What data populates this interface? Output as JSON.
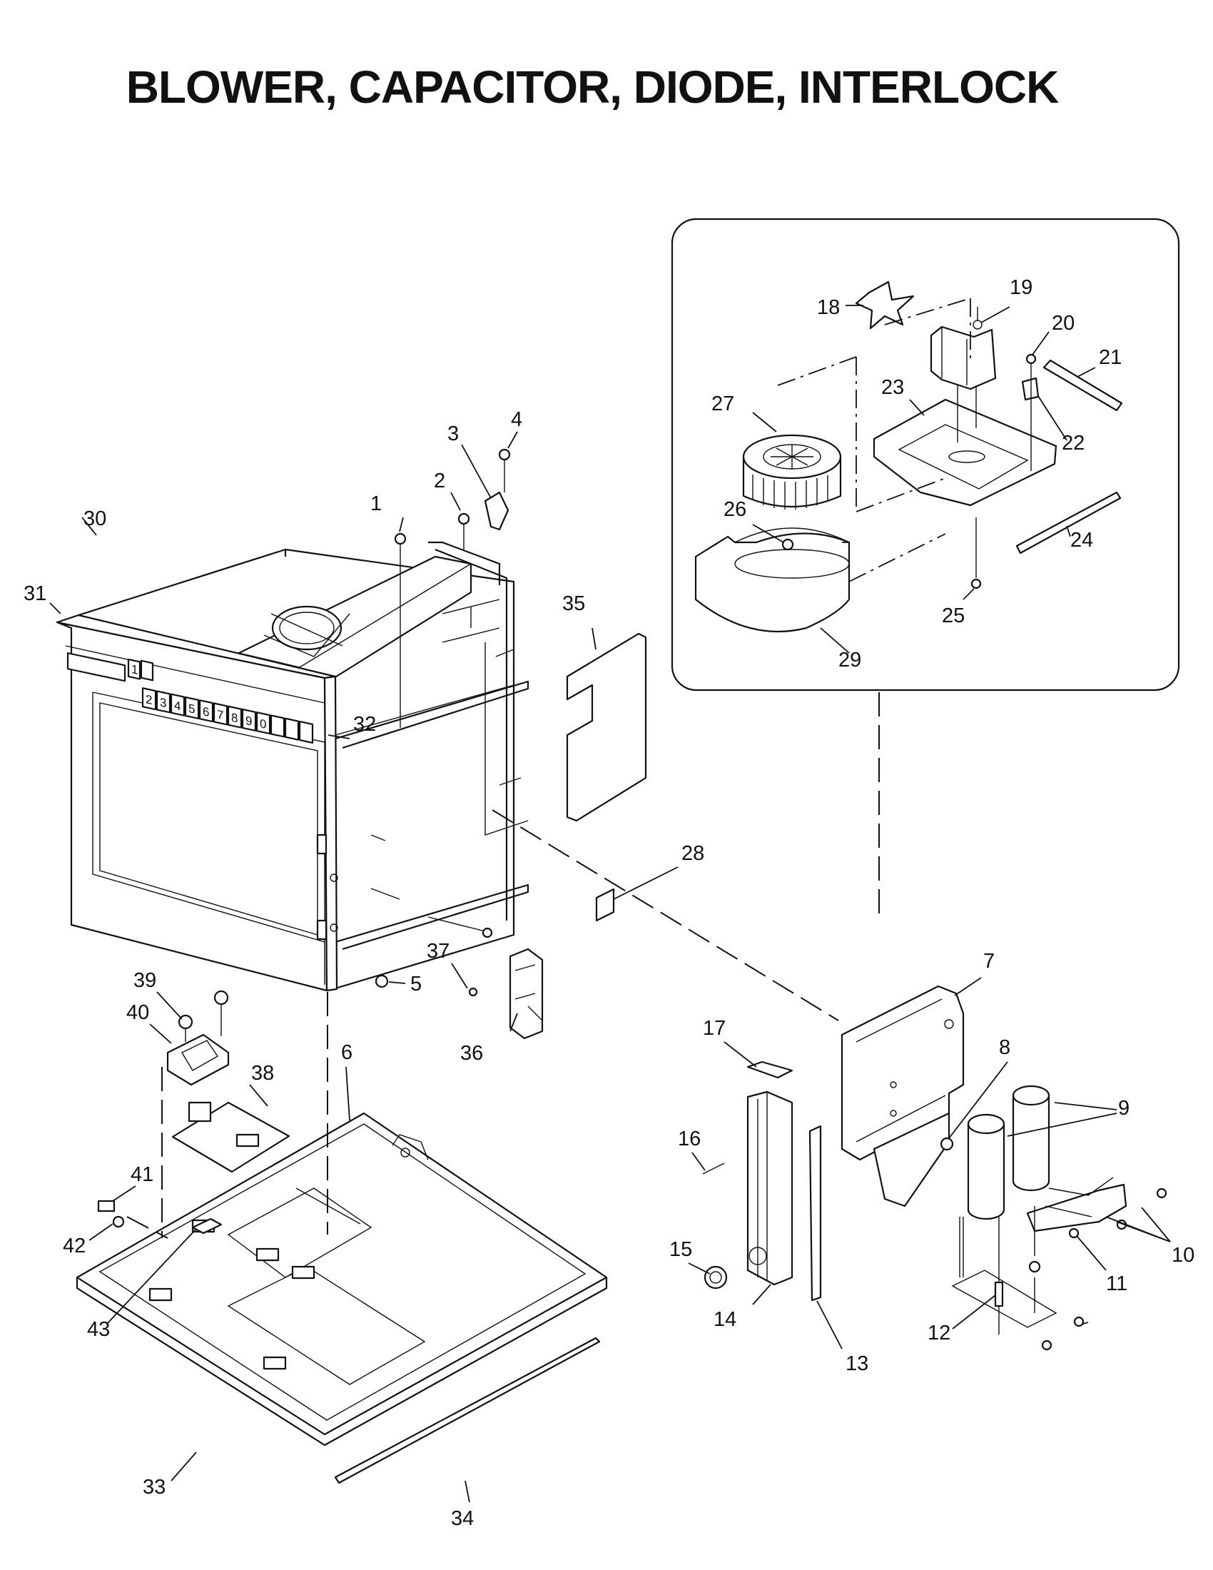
{
  "title": "BLOWER, CAPACITOR, DIODE, INTERLOCK",
  "keypad": {
    "keys": [
      "1",
      "2",
      "3",
      "4",
      "5",
      "6",
      "7",
      "8",
      "9",
      "0"
    ]
  },
  "callouts": {
    "c1": "1",
    "c2": "2",
    "c3": "3",
    "c4": "4",
    "c5": "5",
    "c6": "6",
    "c7": "7",
    "c8": "8",
    "c9": "9",
    "c10": "10",
    "c11": "11",
    "c12": "12",
    "c13": "13",
    "c14": "14",
    "c15": "15",
    "c16": "16",
    "c17": "17",
    "c18": "18",
    "c19": "19",
    "c20": "20",
    "c21": "21",
    "c22": "22",
    "c23": "23",
    "c24": "24",
    "c25": "25",
    "c26": "26",
    "c27": "27",
    "c28": "28",
    "c29": "29",
    "c30": "30",
    "c31": "31",
    "c32": "32",
    "c33": "33",
    "c34": "34",
    "c35": "35",
    "c36": "36",
    "c37": "37",
    "c38": "38",
    "c39": "39",
    "c40": "40",
    "c41": "41",
    "c42": "42",
    "c43": "43"
  }
}
